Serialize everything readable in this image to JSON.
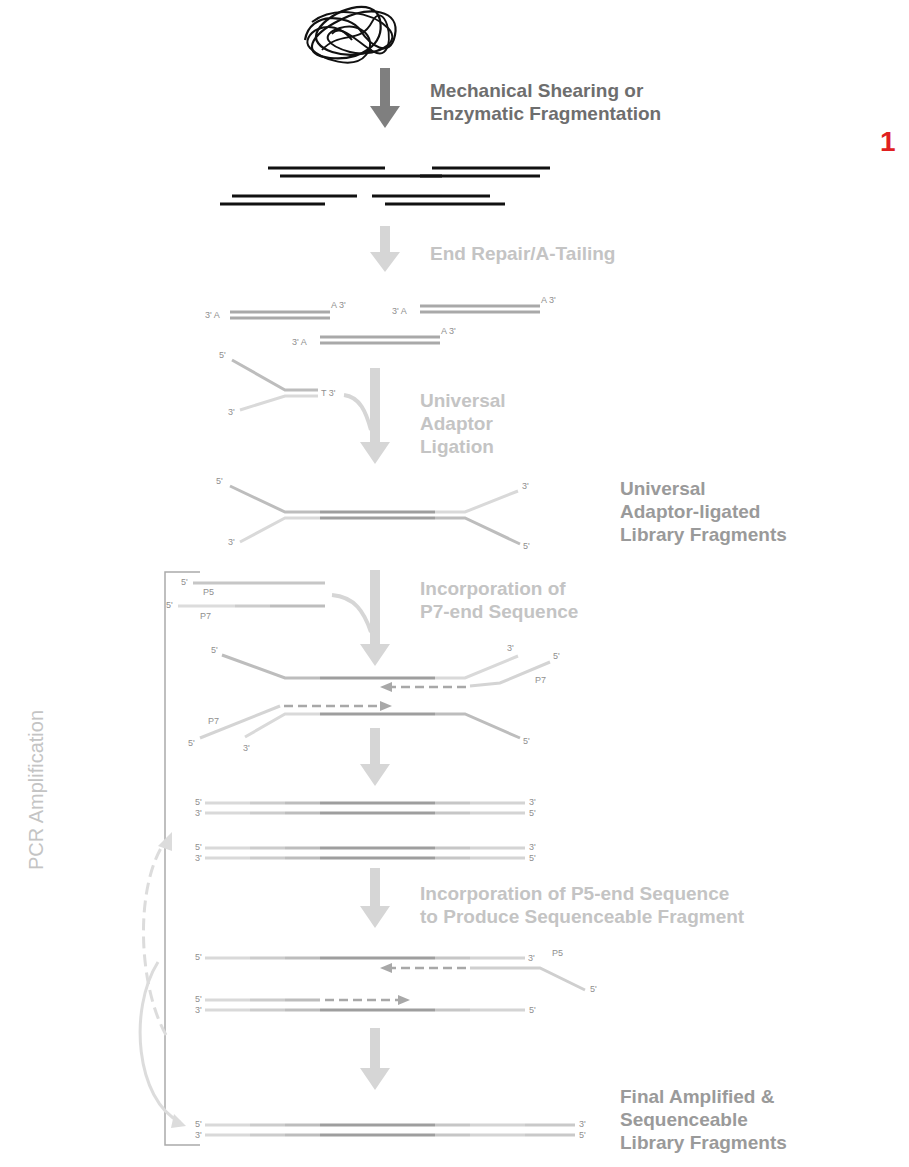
{
  "diagram": {
    "labels": [
      "1",
      "Mechanical Shearing or Enzymatic Fragmentation",
      "End Repair/A-Tailing",
      "3' A",
      "A 3'",
      "3' A",
      "A 3'",
      "3' A",
      "A 3'",
      "5'",
      "T 3'",
      "3'",
      "Universal Adaptor Ligation",
      "5'",
      "3'",
      "3'",
      "5'",
      "Universal Adaptor-ligated Library Fragments",
      "PCR Amplification",
      "5'",
      "P5",
      "5'",
      "P7",
      "Incorporation of P7-end Sequence",
      "5'",
      "3'",
      "5'",
      "P7",
      "P7",
      "5'",
      "3'",
      "5'",
      "5'",
      "3'",
      "3'",
      "5'",
      "5'",
      "3'",
      "3'",
      "5'",
      "Incorporation of P5-end Sequence to Produce Sequenceable Fragment",
      "5'",
      "P5",
      "3'",
      "5'",
      "5'",
      "3'",
      "5'",
      "5'",
      "3'",
      "3'",
      "5'",
      "Final Amplified & Sequenceable Library Fragments"
    ]
  }
}
